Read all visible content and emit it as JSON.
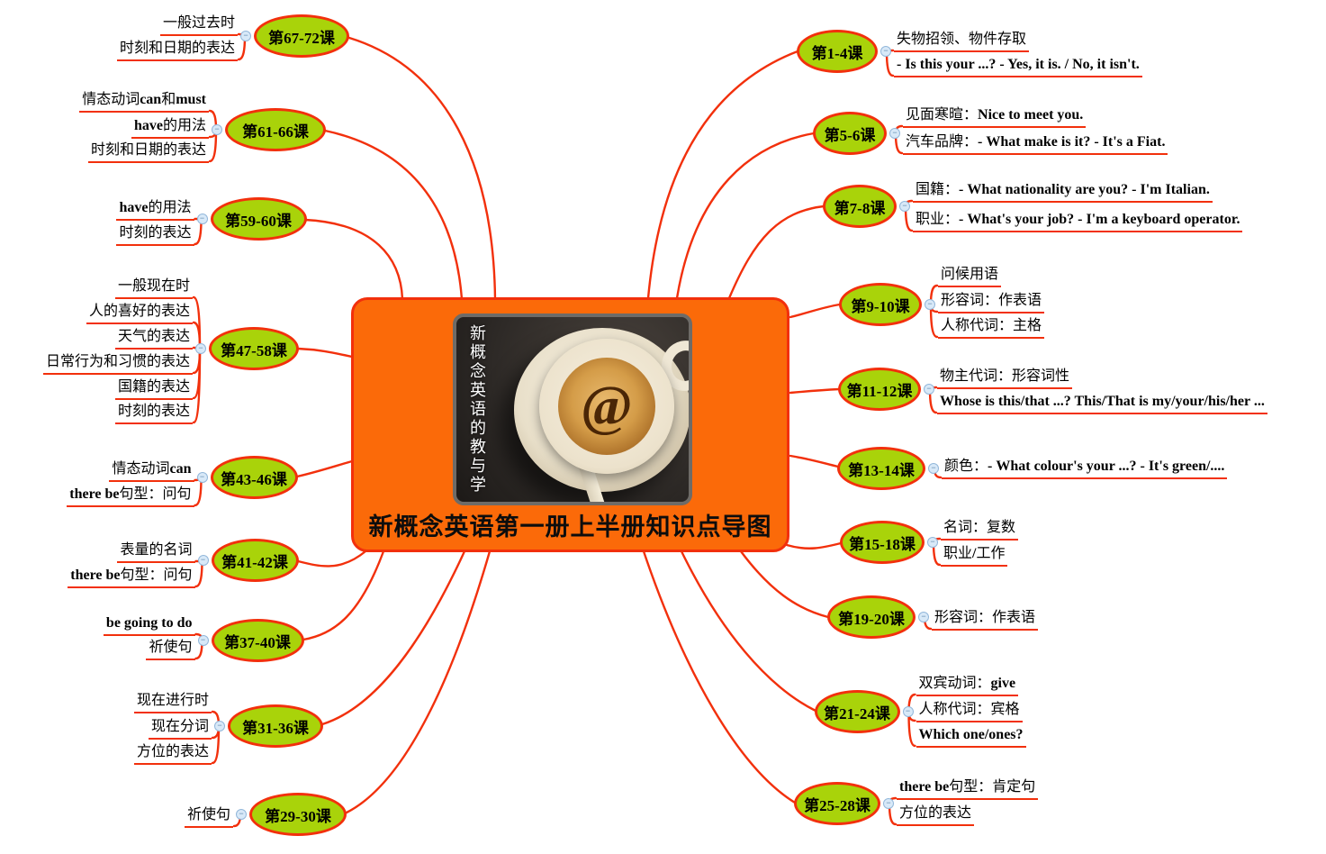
{
  "ui": {
    "collapse_glyph": "−"
  },
  "colors": {
    "line_red": "#f2300c",
    "topic_green": "#a9d30a",
    "center_orange": "#fb6a09"
  },
  "center": {
    "title": "新概念英语第一册上半册知识点导图",
    "photo_caption": "新概念英语的教与学",
    "latte_art_glyph": "@"
  },
  "branches": [
    {
      "label": "第1-4课",
      "leaves": [
        "失物招领、物件存取",
        "- Is this your ...? - Yes, it is. / No, it isn't."
      ]
    },
    {
      "label": "第5-6课",
      "leaves": [
        "见面寒暄：Nice to meet you.",
        "汽车品牌：- What make is it? - It's a Fiat."
      ]
    },
    {
      "label": "第7-8课",
      "leaves": [
        "国籍：- What nationality are you? - I'm Italian.",
        "职业：- What's your job? - I'm a keyboard operator."
      ]
    },
    {
      "label": "第9-10课",
      "leaves": [
        "问候用语",
        "形容词：作表语",
        "人称代词：主格"
      ]
    },
    {
      "label": "第11-12课",
      "leaves": [
        "物主代词：形容词性",
        "Whose is this/that ...? This/That is my/your/his/her ..."
      ]
    },
    {
      "label": "第13-14课",
      "leaves": [
        "颜色：- What colour's your ...? - It's green/...."
      ]
    },
    {
      "label": "第15-18课",
      "leaves": [
        "名词：复数",
        "职业/工作"
      ]
    },
    {
      "label": "第19-20课",
      "leaves": [
        "形容词：作表语"
      ]
    },
    {
      "label": "第21-24课",
      "leaves": [
        "双宾动词：give",
        "人称代词：宾格",
        "Which one/ones?"
      ]
    },
    {
      "label": "第25-28课",
      "leaves": [
        "there be句型：肯定句",
        "方位的表达"
      ]
    },
    {
      "label": "第67-72课",
      "leaves": [
        "一般过去时",
        "时刻和日期的表达"
      ]
    },
    {
      "label": "第61-66课",
      "leaves": [
        "情态动词can和must",
        "have的用法",
        "时刻和日期的表达"
      ]
    },
    {
      "label": "第59-60课",
      "leaves": [
        "have的用法",
        "时刻的表达"
      ]
    },
    {
      "label": "第47-58课",
      "leaves": [
        "一般现在时",
        "人的喜好的表达",
        "天气的表达",
        "日常行为和习惯的表达",
        "国籍的表达",
        "时刻的表达"
      ]
    },
    {
      "label": "第43-46课",
      "leaves": [
        "情态动词can",
        "there be句型：问句"
      ]
    },
    {
      "label": "第41-42课",
      "leaves": [
        "表量的名词",
        "there be句型：问句"
      ]
    },
    {
      "label": "第37-40课",
      "leaves": [
        "be going to do",
        "祈使句"
      ]
    },
    {
      "label": "第31-36课",
      "leaves": [
        "现在进行时",
        "现在分词",
        "方位的表达"
      ]
    },
    {
      "label": "第29-30课",
      "leaves": [
        "祈使句"
      ]
    }
  ]
}
